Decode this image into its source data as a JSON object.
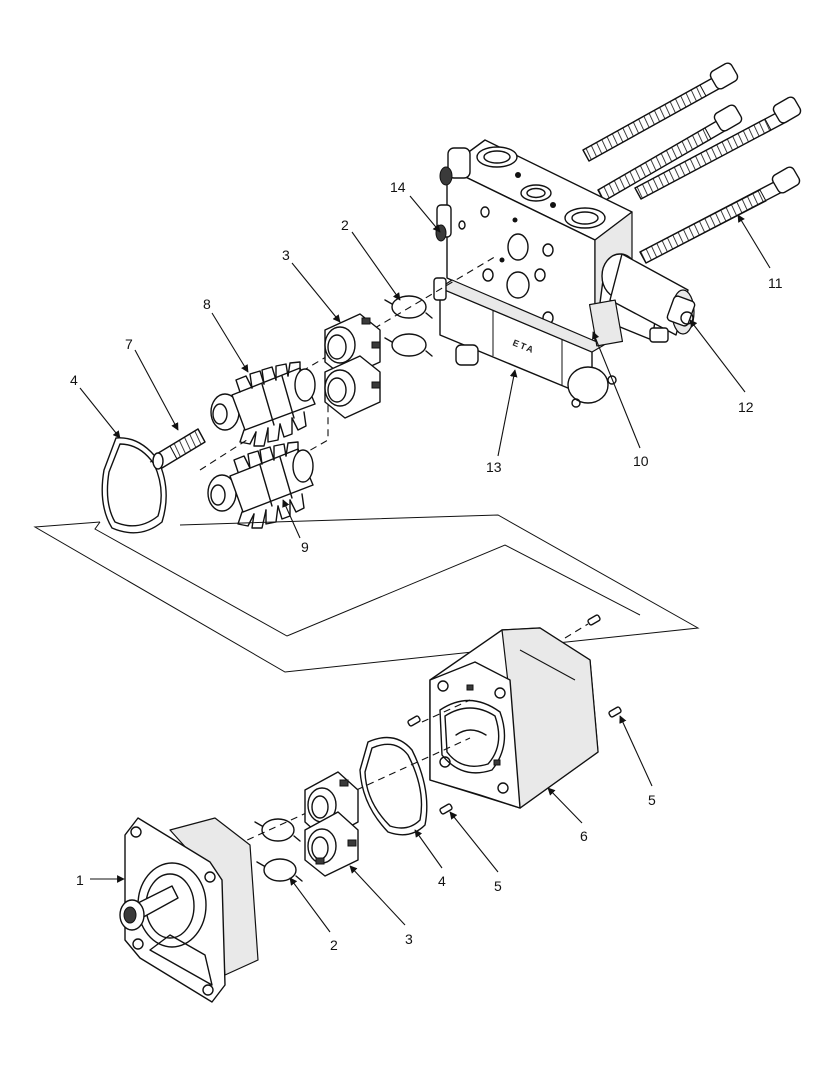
{
  "diagram": {
    "callouts": [
      {
        "id": "c14a",
        "label": "14"
      },
      {
        "id": "c2a",
        "label": "2"
      },
      {
        "id": "c3a",
        "label": "3"
      },
      {
        "id": "c8",
        "label": "8"
      },
      {
        "id": "c7",
        "label": "7"
      },
      {
        "id": "c4a",
        "label": "4"
      },
      {
        "id": "c9",
        "label": "9"
      },
      {
        "id": "c13",
        "label": "13"
      },
      {
        "id": "c10",
        "label": "10"
      },
      {
        "id": "c12",
        "label": "12"
      },
      {
        "id": "c11",
        "label": "11"
      },
      {
        "id": "c5a",
        "label": "5"
      },
      {
        "id": "c6",
        "label": "6"
      },
      {
        "id": "c5b",
        "label": "5"
      },
      {
        "id": "c4b",
        "label": "4"
      },
      {
        "id": "c3b",
        "label": "3"
      },
      {
        "id": "c2b",
        "label": "2"
      },
      {
        "id": "c1",
        "label": "1"
      }
    ],
    "valve_marking": "ETA"
  }
}
